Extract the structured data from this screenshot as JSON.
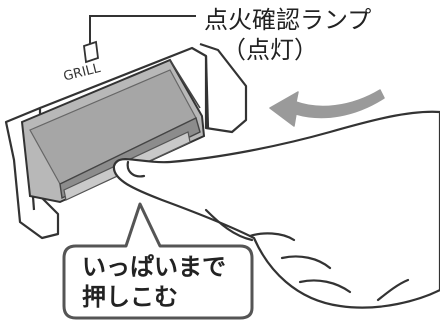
{
  "lamp": {
    "label": "点火確認ランプ",
    "state": "（点灯）"
  },
  "panel": {
    "grill_label": "GRILL"
  },
  "callout": {
    "line1": "いっぱいまで",
    "line2": "押しこむ"
  },
  "colors": {
    "panel_gray": "#b8b8b8",
    "panel_dark": "#8c8c8c",
    "outline": "#333333",
    "arrow": "#9a9a9a",
    "callout_border": "#555555"
  },
  "icons": {
    "direction_arrow": "curved-arrow-left-icon",
    "hand": "pointing-hand-icon"
  }
}
